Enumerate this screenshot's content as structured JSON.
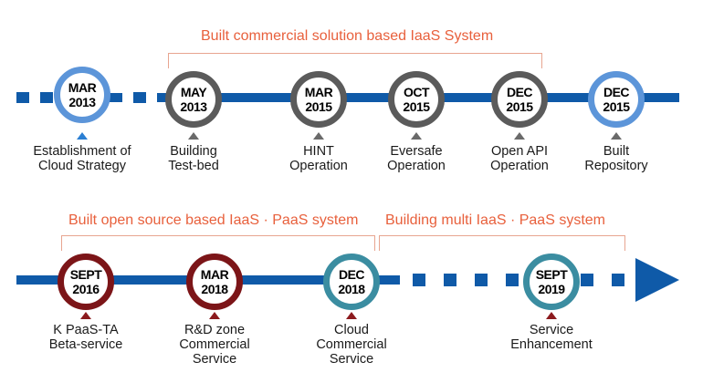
{
  "phases": {
    "commercial_iaas": "Built commercial solution based IaaS System",
    "open_source": "Built open source based IaaS · PaaS system",
    "multi_iaas": "Building multi IaaS · PaaS system"
  },
  "row1": [
    {
      "month": "MAR",
      "year": "2013",
      "caption": [
        "Establishment of",
        "Cloud Strategy"
      ],
      "style": "light-blue"
    },
    {
      "month": "MAY",
      "year": "2013",
      "caption": [
        "Building",
        "Test-bed"
      ],
      "style": "gray"
    },
    {
      "month": "MAR",
      "year": "2015",
      "caption": [
        "HINT",
        "Operation"
      ],
      "style": "gray"
    },
    {
      "month": "OCT",
      "year": "2015",
      "caption": [
        "Eversafe",
        "Operation"
      ],
      "style": "gray"
    },
    {
      "month": "DEC",
      "year": "2015",
      "caption": [
        "Open API",
        "Operation"
      ],
      "style": "gray"
    },
    {
      "month": "DEC",
      "year": "2015",
      "caption": [
        "Built",
        "Repository"
      ],
      "style": "light-blue"
    }
  ],
  "row2": [
    {
      "month": "SEPT",
      "year": "2016",
      "caption": [
        "K PaaS-TA",
        "Beta-service"
      ],
      "style": "maroon"
    },
    {
      "month": "MAR",
      "year": "2018",
      "caption": [
        "R&D zone",
        "Commercial",
        "Service"
      ],
      "style": "maroon"
    },
    {
      "month": "DEC",
      "year": "2018",
      "caption": [
        "Cloud",
        "Commercial",
        "Service"
      ],
      "style": "teal"
    },
    {
      "month": "SEPT",
      "year": "2019",
      "caption": [
        "Service",
        "Enhancement"
      ],
      "style": "teal"
    }
  ],
  "colors": {
    "timeline": "#0f5aa8",
    "phase_text": "#e8603c",
    "gray_ring": "#5b5b5b",
    "light_blue_ring": "#5c95d9",
    "maroon_ring": "#7c1518",
    "teal_ring": "#3b8da1"
  }
}
